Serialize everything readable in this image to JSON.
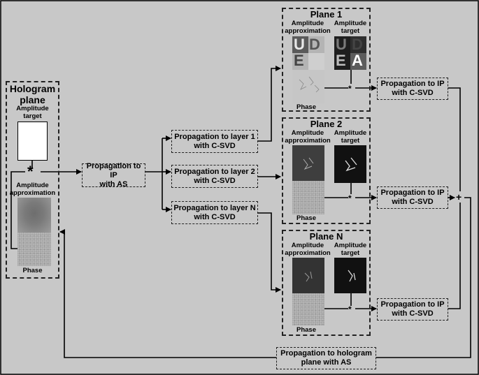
{
  "hologram": {
    "title_line1": "Hologram",
    "title_line2": "plane",
    "amp_target_line1": "Amplitude",
    "amp_target_line2": "target",
    "amp_approx_line1": "Amplitude",
    "amp_approx_line2": "approximation",
    "phase": "Phase"
  },
  "prop_ip_as": {
    "line1": "Propagation to IP",
    "line2": "with AS"
  },
  "layers": [
    {
      "line1": "Propagation to layer 1",
      "line2": "with C-SVD"
    },
    {
      "line1": "Propagation to layer 2",
      "line2": "with C-SVD"
    },
    {
      "line1": "Propagation to layer N",
      "line2": "with C-SVD"
    }
  ],
  "planes": [
    {
      "title": "Plane 1",
      "approx_line1": "Amplitude",
      "approx_line2": "approximation",
      "target_line1": "Amplitude",
      "target_line2": "target",
      "phase": "Phase"
    },
    {
      "title": "Plane 2",
      "approx_line1": "Amplitude",
      "approx_line2": "approximation",
      "target_line1": "Amplitude",
      "target_line2": "target",
      "phase": "Phase"
    },
    {
      "title": "Plane N",
      "approx_line1": "Amplitude",
      "approx_line2": "approximation",
      "target_line1": "Amplitude",
      "target_line2": "target",
      "phase": "Phase"
    }
  ],
  "plane1_letters": {
    "approx": [
      "U",
      "D",
      "E"
    ],
    "target": [
      "U",
      "D",
      "E",
      "A"
    ]
  },
  "prop_ip_csvd": [
    {
      "line1": "Propagation to IP",
      "line2": "with C-SVD"
    },
    {
      "line1": "Propagation to IP",
      "line2": "with C-SVD"
    },
    {
      "line1": "Propagation to IP",
      "line2": "with C-SVD"
    }
  ],
  "back_prop": {
    "line1": "Propagation to hologram",
    "line2": "plane with AS"
  },
  "symbols": {
    "star": "*",
    "plus": "+"
  }
}
